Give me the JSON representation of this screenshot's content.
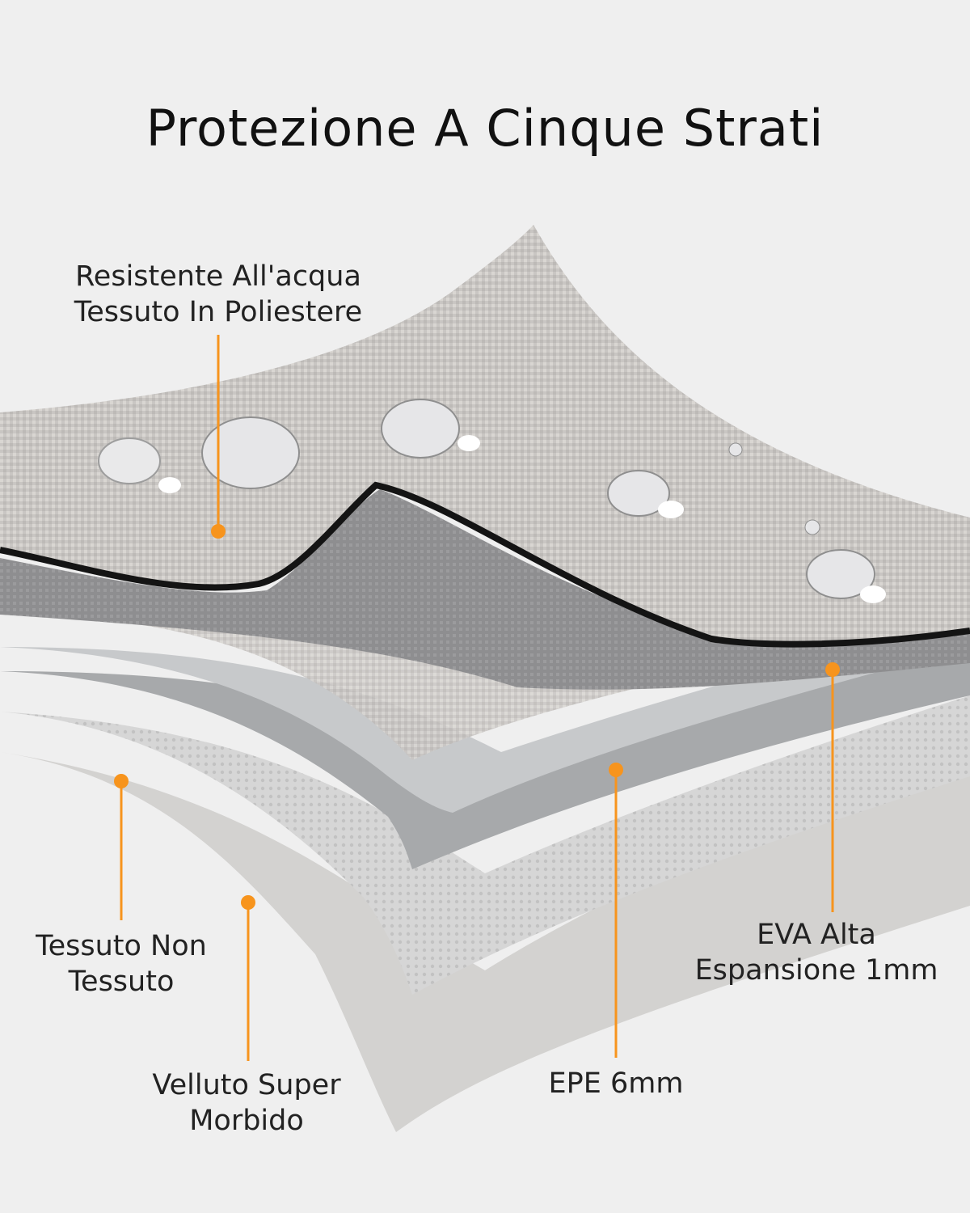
{
  "title": "Protezione A Cinque Strati",
  "accent_color": "#f7941d",
  "layers": [
    {
      "line1": "Resistente All'acqua",
      "line2": "Tessuto In Poliestere"
    },
    {
      "line1": "EVA Alta",
      "line2": "Espansione 1mm"
    },
    {
      "line1": "EPE 6mm",
      "line2": ""
    },
    {
      "line1": "Tessuto Non",
      "line2": "Tessuto"
    },
    {
      "line1": "Velluto Super",
      "line2": "Morbido"
    }
  ]
}
